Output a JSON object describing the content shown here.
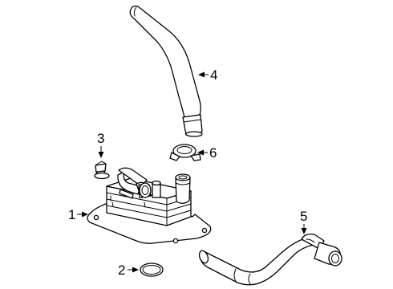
{
  "diagram": {
    "callouts": [
      {
        "id": "1",
        "label": "1",
        "part": "oil-cooler"
      },
      {
        "id": "2",
        "label": "2",
        "part": "o-ring"
      },
      {
        "id": "3",
        "label": "3",
        "part": "bolt"
      },
      {
        "id": "4",
        "label": "4",
        "part": "upper-hose"
      },
      {
        "id": "5",
        "label": "5",
        "part": "lower-hose"
      },
      {
        "id": "6",
        "label": "6",
        "part": "hose-clamp"
      }
    ]
  }
}
